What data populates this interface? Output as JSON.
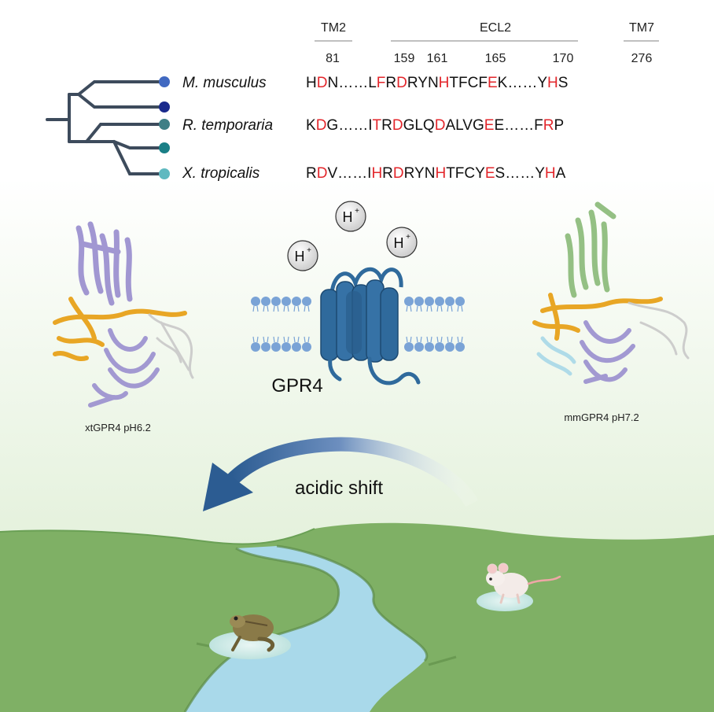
{
  "alignment": {
    "regions": [
      {
        "label": "TM2"
      },
      {
        "label": "ECL2"
      },
      {
        "label": "TM7"
      }
    ],
    "positions": [
      "81",
      "159",
      "161",
      "165",
      "170",
      "276"
    ],
    "species": [
      {
        "name": "M. musculus",
        "sequence": [
          {
            "t": "H",
            "red": false
          },
          {
            "t": "D",
            "red": true
          },
          {
            "t": "N",
            "red": false
          },
          {
            "t": "……",
            "red": false
          },
          {
            "t": "L",
            "red": false
          },
          {
            "t": "F",
            "red": true
          },
          {
            "t": "R",
            "red": false
          },
          {
            "t": "D",
            "red": true
          },
          {
            "t": "R",
            "red": false
          },
          {
            "t": "Y",
            "red": false
          },
          {
            "t": "N",
            "red": false
          },
          {
            "t": "H",
            "red": true
          },
          {
            "t": "T",
            "red": false
          },
          {
            "t": "F",
            "red": false
          },
          {
            "t": "C",
            "red": false
          },
          {
            "t": "F",
            "red": false
          },
          {
            "t": "E",
            "red": true
          },
          {
            "t": "K",
            "red": false
          },
          {
            "t": "……",
            "red": false
          },
          {
            "t": "Y",
            "red": false
          },
          {
            "t": "H",
            "red": true
          },
          {
            "t": "S",
            "red": false
          }
        ]
      },
      {
        "name": "R. temporaria",
        "sequence": [
          {
            "t": "K",
            "red": false
          },
          {
            "t": "D",
            "red": true
          },
          {
            "t": "G",
            "red": false
          },
          {
            "t": "……",
            "red": false
          },
          {
            "t": "I",
            "red": false
          },
          {
            "t": "T",
            "red": true
          },
          {
            "t": "R",
            "red": false
          },
          {
            "t": "D",
            "red": true
          },
          {
            "t": "G",
            "red": false
          },
          {
            "t": "L",
            "red": false
          },
          {
            "t": "Q",
            "red": false
          },
          {
            "t": "D",
            "red": true
          },
          {
            "t": "A",
            "red": false
          },
          {
            "t": "L",
            "red": false
          },
          {
            "t": "V",
            "red": false
          },
          {
            "t": "G",
            "red": false
          },
          {
            "t": "E",
            "red": true
          },
          {
            "t": "E",
            "red": false
          },
          {
            "t": "……",
            "red": false
          },
          {
            "t": "F",
            "red": false
          },
          {
            "t": "R",
            "red": true
          },
          {
            "t": "P",
            "red": false
          }
        ]
      },
      {
        "name": "X. tropicalis",
        "sequence": [
          {
            "t": "R",
            "red": false
          },
          {
            "t": "D",
            "red": true
          },
          {
            "t": "V",
            "red": false
          },
          {
            "t": "……",
            "red": false
          },
          {
            "t": "I",
            "red": false
          },
          {
            "t": "H",
            "red": true
          },
          {
            "t": "R",
            "red": false
          },
          {
            "t": "D",
            "red": true
          },
          {
            "t": "R",
            "red": false
          },
          {
            "t": "Y",
            "red": false
          },
          {
            "t": "N",
            "red": false
          },
          {
            "t": "H",
            "red": true
          },
          {
            "t": "T",
            "red": false
          },
          {
            "t": "F",
            "red": false
          },
          {
            "t": "C",
            "red": false
          },
          {
            "t": "Y",
            "red": false
          },
          {
            "t": "E",
            "red": true
          },
          {
            "t": "S",
            "red": false
          },
          {
            "t": "……",
            "red": false
          },
          {
            "t": "Y",
            "red": false
          },
          {
            "t": "H",
            "red": true
          },
          {
            "t": "A",
            "red": false
          }
        ]
      }
    ]
  },
  "proton_label": "H",
  "proton_charge": "+",
  "receptor_label": "GPR4",
  "structure_left_label": "xtGPR4 pH6.2",
  "structure_right_label": "mmGPR4 pH7.2",
  "shift_label": "acidic shift",
  "colors": {
    "tree": "#3d4b5c",
    "leaf_mouse_1": "#4169c1",
    "leaf_mouse_2": "#1a2a8c",
    "leaf_frog_1": "#3e7f86",
    "leaf_frog_2": "#1a7f86",
    "leaf_frog_3": "#5fb9c0",
    "highlight_red": "#e3262b",
    "receptor_blue": "#2f6a9c",
    "membrane_blue": "#7aa3d6",
    "grass_green": "#7fb065",
    "river_blue": "#a9d9ea",
    "structure_purple": "#9a8fcf",
    "structure_gold": "#e8a625",
    "structure_green": "#8fbd7e",
    "arrow_blue": "#2c5c92"
  }
}
